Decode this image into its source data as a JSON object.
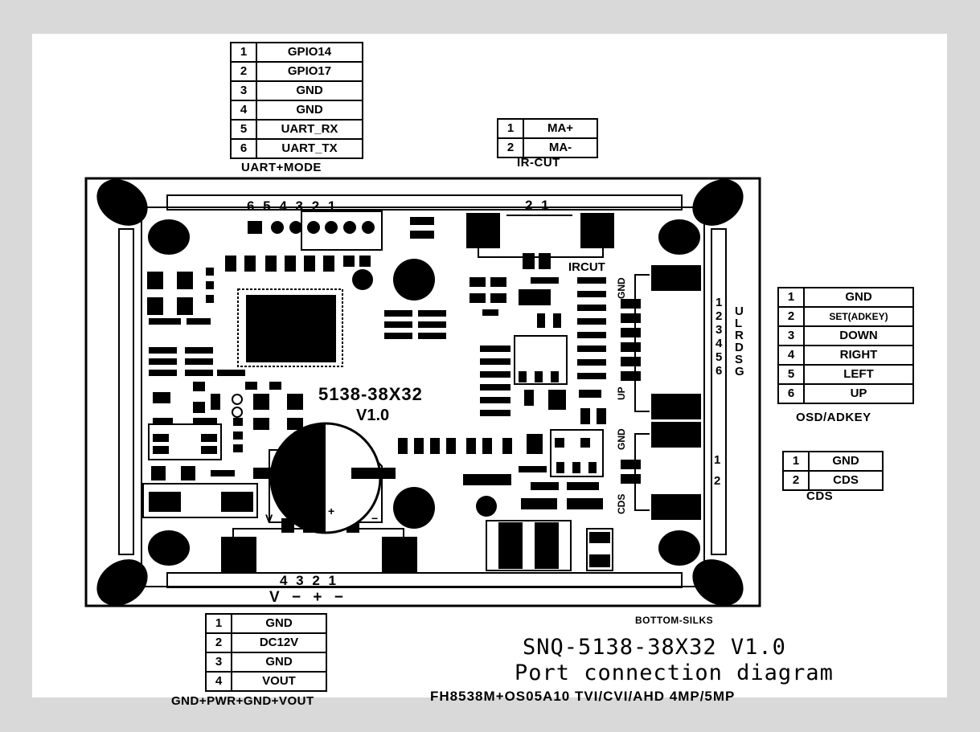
{
  "uart": {
    "caption": "UART+MODE",
    "rows": [
      {
        "n": "1",
        "s": "GPIO14"
      },
      {
        "n": "2",
        "s": "GPIO17"
      },
      {
        "n": "3",
        "s": "GND"
      },
      {
        "n": "4",
        "s": "GND"
      },
      {
        "n": "5",
        "s": "UART_RX"
      },
      {
        "n": "6",
        "s": "UART_TX"
      }
    ]
  },
  "ircut": {
    "caption": "IR-CUT",
    "rows": [
      {
        "n": "1",
        "s": "MA+"
      },
      {
        "n": "2",
        "s": "MA-"
      }
    ]
  },
  "osd": {
    "caption": "OSD/ADKEY",
    "rows": [
      {
        "n": "1",
        "s": "GND"
      },
      {
        "n": "2",
        "s": "SET(ADKEY)"
      },
      {
        "n": "3",
        "s": "DOWN"
      },
      {
        "n": "4",
        "s": "RIGHT"
      },
      {
        "n": "5",
        "s": "LEFT"
      },
      {
        "n": "6",
        "s": "UP"
      }
    ]
  },
  "cds": {
    "caption": "CDS",
    "rows": [
      {
        "n": "1",
        "s": "GND"
      },
      {
        "n": "2",
        "s": "CDS"
      }
    ]
  },
  "power": {
    "caption": "GND+PWR+GND+VOUT",
    "rows": [
      {
        "n": "1",
        "s": "GND"
      },
      {
        "n": "2",
        "s": "DC12V"
      },
      {
        "n": "3",
        "s": "GND"
      },
      {
        "n": "4",
        "s": "VOUT"
      }
    ]
  },
  "board": {
    "model": "5138-38X32",
    "version": "V1.0",
    "uart_pins": "6 5 4 3 2 1",
    "ircut_pins": "2 1",
    "ircut_label": "IRCUT",
    "osd_pin_nums": "1 2 3 4 5 6",
    "osd_vertical": "ULRDSG",
    "gnd_label": "GND",
    "up_label": "UP",
    "cds_pins": "1 2",
    "cds_label": "CDS",
    "power_pin_nums": "4 3 2 1",
    "power_signs": "V − + −",
    "cap_v": "V",
    "cap_minus": "−",
    "cap_plus": "+",
    "cap_minus2": "−"
  },
  "footer": {
    "silks": "BOTTOM-SILKS",
    "title": "SNQ-5138-38X32 V1.0",
    "subtitle": "Port connection diagram",
    "spec": "FH8538M+OS05A10 TVI/CVI/AHD 4MP/5MP"
  }
}
